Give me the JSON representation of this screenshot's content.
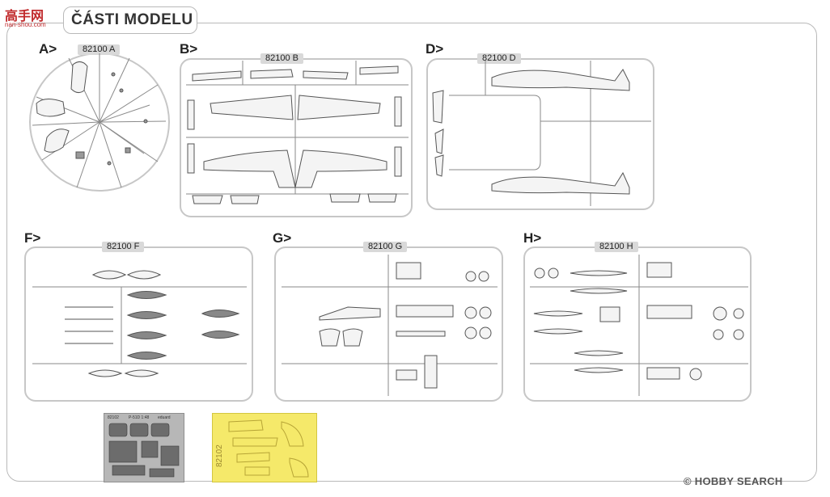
{
  "header": {
    "title": "ČÁSTI MODELU",
    "logo_text": "高手网",
    "logo_url": "nan-shou.com"
  },
  "sections": {
    "A": {
      "letter": "A>",
      "sprue": "82100 A"
    },
    "B": {
      "letter": "B>",
      "sprue": "82100 B"
    },
    "D": {
      "letter": "D>",
      "sprue": "82100 D"
    },
    "F": {
      "letter": "F>",
      "sprue": "82100 F"
    },
    "G": {
      "letter": "G>",
      "sprue": "82100 G"
    },
    "H": {
      "letter": "H>",
      "sprue": "82100 H"
    }
  },
  "photo_etch": {
    "line1": "82102",
    "line2": "P-51D 1:48",
    "brand": "eduard"
  },
  "mask": {
    "code": "82102"
  },
  "watermark": "© HOBBY SEARCH",
  "colors": {
    "frame": "#b9b9b9",
    "sprue": "#c7c7c7",
    "part": "#7a7a7a",
    "label_bg": "#d9d9d9",
    "mask": "#f5e96a",
    "watermark_red": "#c0292b"
  }
}
